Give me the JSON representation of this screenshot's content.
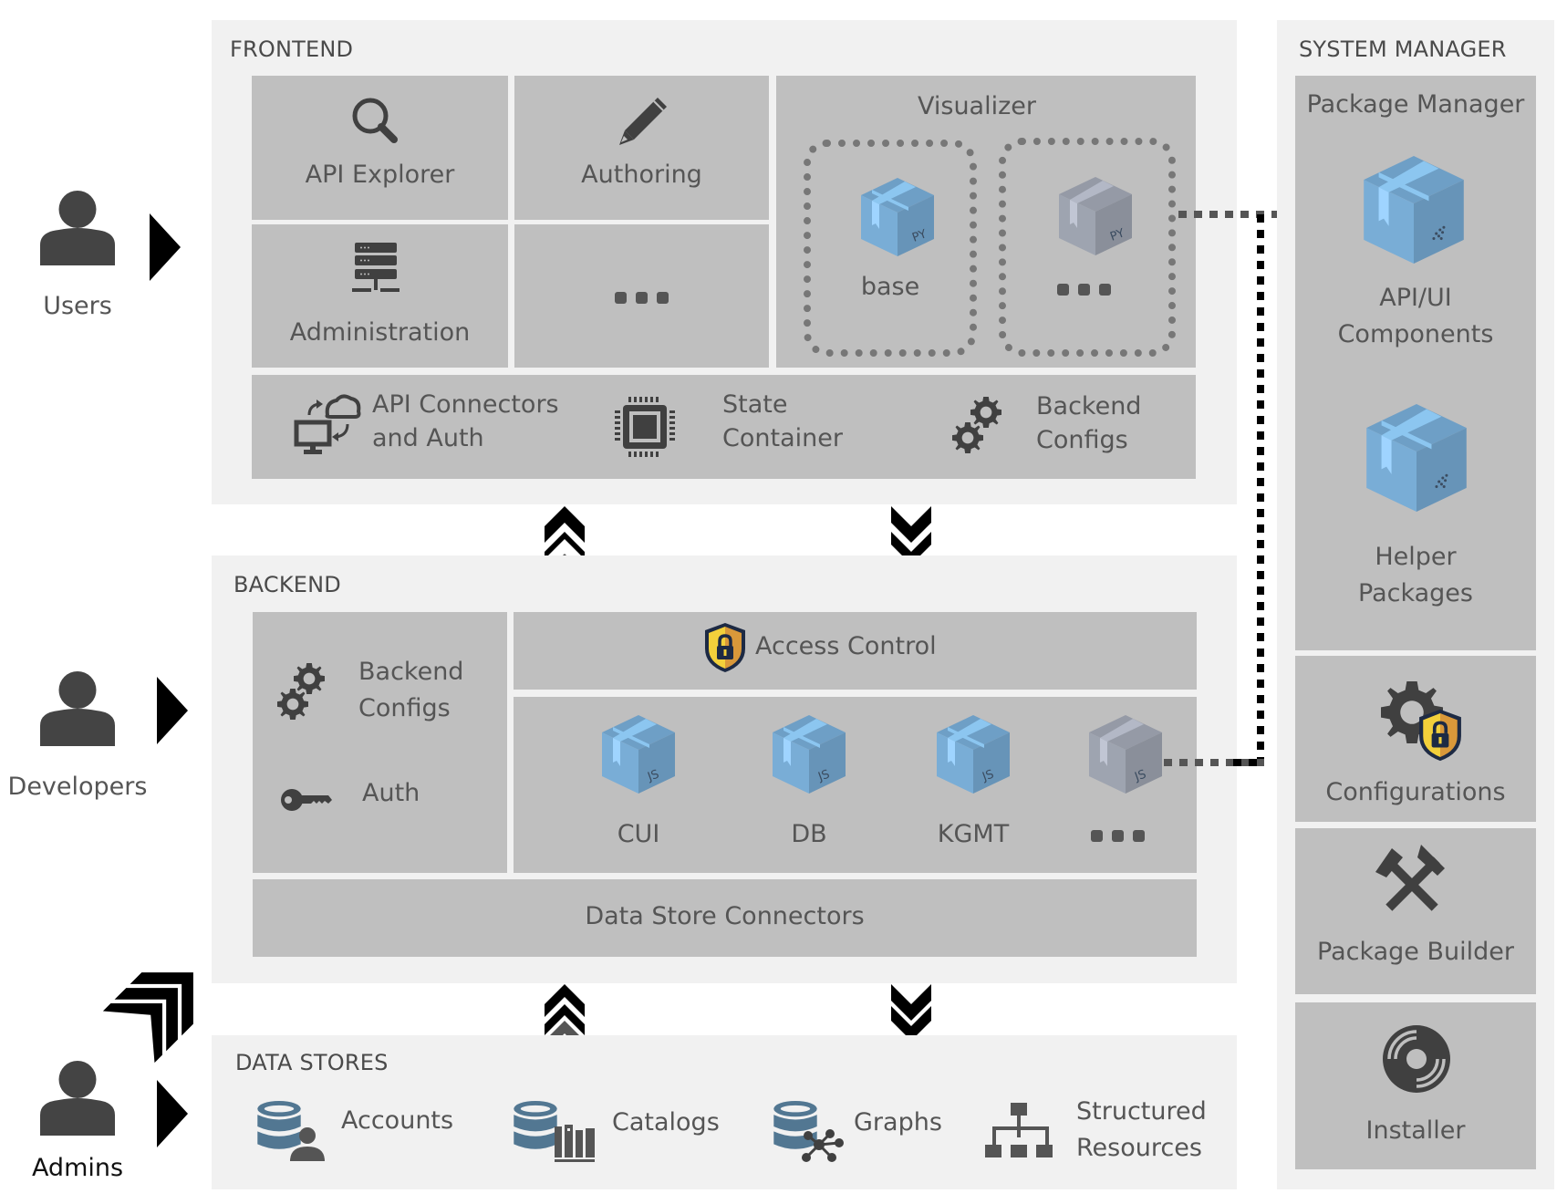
{
  "actors": [
    {
      "id": "users",
      "label": "Users"
    },
    {
      "id": "developers",
      "label": "Developers"
    },
    {
      "id": "admins",
      "label": "Admins"
    }
  ],
  "frontend": {
    "title": "FRONTEND",
    "tiles": [
      {
        "label": "API Explorer",
        "icon": "search-icon"
      },
      {
        "label": "Authoring",
        "icon": "pencil-icon"
      },
      {
        "label": "Administration",
        "icon": "server-icon"
      },
      {
        "label": "...",
        "icon": "ellipsis-icon"
      }
    ],
    "visualizer": {
      "title": "Visualizer",
      "packages": [
        {
          "label": "base",
          "badge": "PY",
          "color": "blue"
        },
        {
          "label": "...",
          "badge": "PY",
          "color": "gray"
        }
      ]
    },
    "services": [
      {
        "label_line1": "API Connectors",
        "label_line2": "and Auth",
        "icon": "cloud-sync-icon"
      },
      {
        "label_line1": "State",
        "label_line2": "Container",
        "icon": "chip-icon"
      },
      {
        "label_line1": "Backend",
        "label_line2": "Configs",
        "icon": "gears-icon"
      }
    ]
  },
  "backend": {
    "title": "BACKEND",
    "left": [
      {
        "label_line1": "Backend",
        "label_line2": "Configs",
        "icon": "gears-icon"
      },
      {
        "label": "Auth",
        "icon": "key-icon"
      }
    ],
    "access_control": "Access Control",
    "packages": [
      {
        "label": "CUI",
        "badge": "JS",
        "color": "blue"
      },
      {
        "label": "DB",
        "badge": "JS",
        "color": "blue"
      },
      {
        "label": "KGMT",
        "badge": "JS",
        "color": "blue"
      },
      {
        "label": "...",
        "badge": "JS",
        "color": "gray"
      }
    ],
    "data_store_connectors": "Data Store Connectors"
  },
  "data_stores": {
    "title": "DATA STORES",
    "items": [
      {
        "label": "Accounts",
        "icon": "database-user-icon"
      },
      {
        "label": "Catalogs",
        "icon": "database-books-icon"
      },
      {
        "label": "Graphs",
        "icon": "database-graph-icon"
      },
      {
        "label_line1": "Structured",
        "label_line2": "Resources",
        "icon": "hierarchy-icon"
      }
    ]
  },
  "system_manager": {
    "title": "SYSTEM MANAGER",
    "package_manager": {
      "title": "Package Manager",
      "items": [
        {
          "label_line1": "API/UI",
          "label_line2": "Components"
        },
        {
          "label_line1": "Helper",
          "label_line2": "Packages"
        }
      ]
    },
    "configurations": "Configurations",
    "package_builder": "Package Builder",
    "installer": "Installer"
  },
  "colors": {
    "panel": "#f1f1f1",
    "tile": "#bfbfbf",
    "text": "#555555",
    "icon": "#404040",
    "package_blue": "#7aaed6",
    "package_gray": "#9ea4b0",
    "db_blue": "#527792",
    "shield_gold": "#f2d03b"
  }
}
